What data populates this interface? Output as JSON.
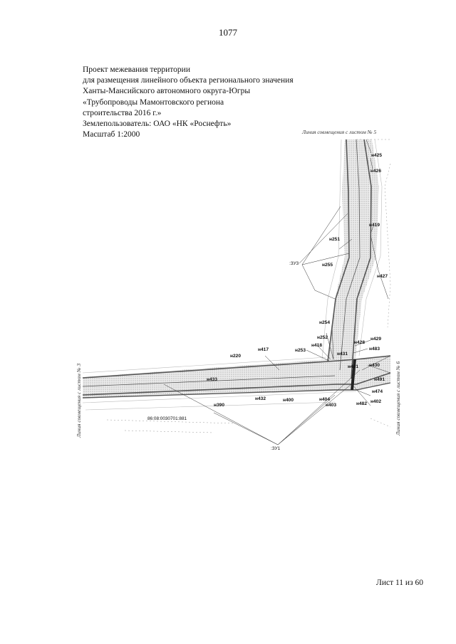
{
  "page_number": "1077",
  "header": {
    "lines": [
      "Проект межевания территории",
      "для размещения линейного объекта регионального значения",
      "Ханты-Мансийского автономного округа-Югры",
      "«Трубопроводы Мамонтовского региона",
      "строительства 2016 г.»",
      "Землепользователь: ОАО «НК «Роснефть»",
      "Масштаб 1:2000"
    ]
  },
  "map": {
    "junction_top": "Линия совмещения с листом № 5",
    "junction_left": "Линия совмещения с листом № 3",
    "junction_right": "Линия совмещения с листом № 6",
    "parcel_id": "86:08:0030701:881",
    "zone_labels": {
      "zu3": ":ЗУ3",
      "zu1": ":ЗУ1"
    },
    "points": {
      "n425": "н425",
      "n426": "н426",
      "n419": "н419",
      "n251": "н251",
      "n255": "н255",
      "n427": "н427",
      "n254": "н254",
      "n252": "н252",
      "n418": "н418",
      "n253": "н253",
      "n417": "н417",
      "n220": "н220",
      "n428": "н428",
      "n429": "н429",
      "n483": "н483",
      "n431": "н431",
      "n401": "н401",
      "n430": "н430",
      "n491": "н491",
      "n433": "н433",
      "n432": "н432",
      "n400": "н400",
      "n404": "н404",
      "n403": "н403",
      "n390": "н390",
      "n474": "н474",
      "n482": "н482",
      "n402": "н402"
    }
  },
  "footer": {
    "sheet": "Лист 11 из 60"
  }
}
